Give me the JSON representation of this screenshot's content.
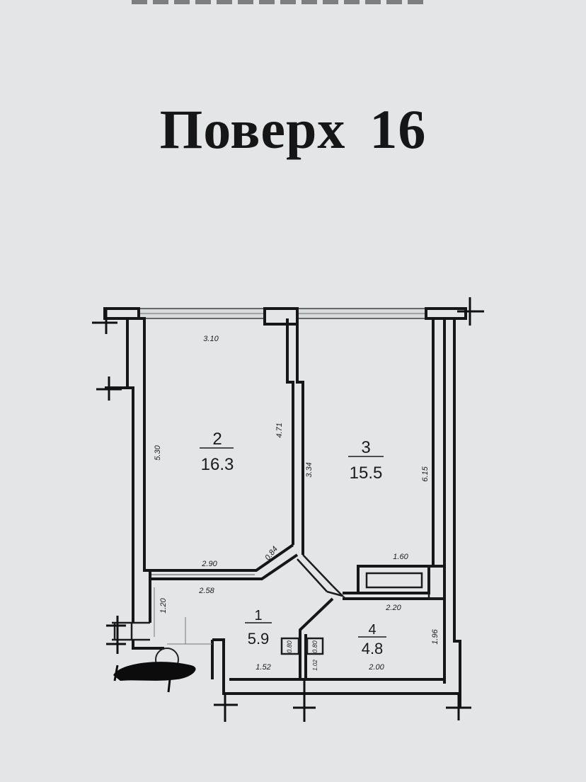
{
  "title": {
    "word": "Поверх",
    "floor": "16"
  },
  "rooms": [
    {
      "number": "1",
      "area": "5.9"
    },
    {
      "number": "2",
      "area": "16.3"
    },
    {
      "number": "3",
      "area": "15.5"
    },
    {
      "number": "4",
      "area": "4.8"
    }
  ],
  "dimensions": {
    "room2_top": "3.10",
    "room2_left": "5.30",
    "room2_right": "4.71",
    "room2_bottom_outer": "2.90",
    "room2_bottom_inner": "2.58",
    "room2_diagonal": "0.84",
    "room3_left": "3.34",
    "room3_right": "6.15",
    "niche_width": "1.60",
    "room1_left": "1.20",
    "room1_bottom": "1.52",
    "room4_top": "2.20",
    "room4_right": "1.96",
    "room4_bottom": "2.00",
    "door_a": "0.80",
    "door_b": "0.80",
    "tiny_a": "1.02"
  }
}
